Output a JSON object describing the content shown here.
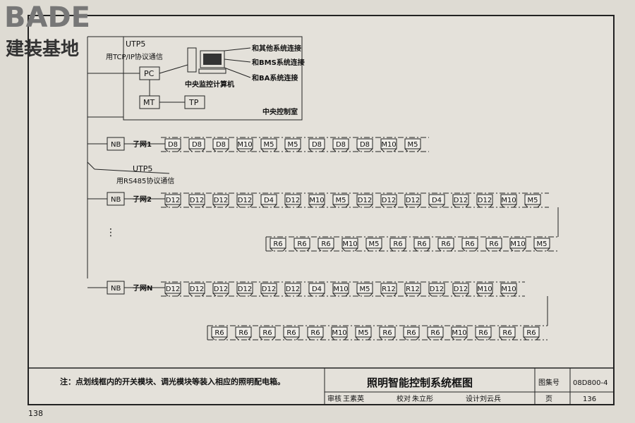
{
  "logo": {
    "brand": "BADE",
    "subtitle": "建装基地"
  },
  "central": {
    "utp_top": "UTP5",
    "tcp_label": "用TCP/IP协议通信",
    "pc": "PC",
    "mt": "MT",
    "tp": "TP",
    "computer_label": "中央监控计算机",
    "room_label": "中央控制室",
    "links": [
      "和其他系统连接",
      "和BMS系统连接",
      "和BA系统连接"
    ]
  },
  "nb": "NB",
  "rs485": {
    "utp": "UTP5",
    "label": "用RS485协议通信"
  },
  "subnets": [
    {
      "name": "子网1",
      "rows": [
        [
          "D8",
          "D8",
          "D8",
          "M10",
          "M5",
          "M5",
          "D8",
          "D8",
          "D8",
          "M10",
          "M5"
        ]
      ]
    },
    {
      "name": "子网2",
      "rows": [
        [
          "D12",
          "D12",
          "D12",
          "D12",
          "D4",
          "D12",
          "M10",
          "M5",
          "D12",
          "D12",
          "D12",
          "D4",
          "D12",
          "D12",
          "M10",
          "M5"
        ],
        [
          "R6",
          "R6",
          "R6",
          "M10",
          "M5",
          "R6",
          "R6",
          "R6",
          "R6",
          "R6",
          "M10",
          "M5"
        ]
      ]
    },
    {
      "name": "子网N",
      "rows": [
        [
          "D12",
          "D12",
          "D12",
          "D12",
          "D12",
          "D12",
          "D4",
          "M10",
          "M5",
          "R12",
          "R12",
          "D12",
          "D12",
          "M10",
          "M10"
        ],
        [
          "R6",
          "R6",
          "R6",
          "R6",
          "R6",
          "M10",
          "M5",
          "R6",
          "R6",
          "R6",
          "M10",
          "R6",
          "R6",
          "R6"
        ]
      ]
    }
  ],
  "note": "注：点划线框内的开关模块、调光模块等装入相应的照明配电箱。",
  "title_block": {
    "title": "照明智能控制系统框图",
    "atlas_label": "图集号",
    "atlas_no": "08D800-4",
    "review_label": "审核",
    "reviewer": "王素英",
    "check_label": "校对",
    "checker": "朱立彤",
    "design_label": "设计",
    "designer": "刘云兵",
    "page_label": "页",
    "page_no": "136"
  },
  "page_number": "138"
}
